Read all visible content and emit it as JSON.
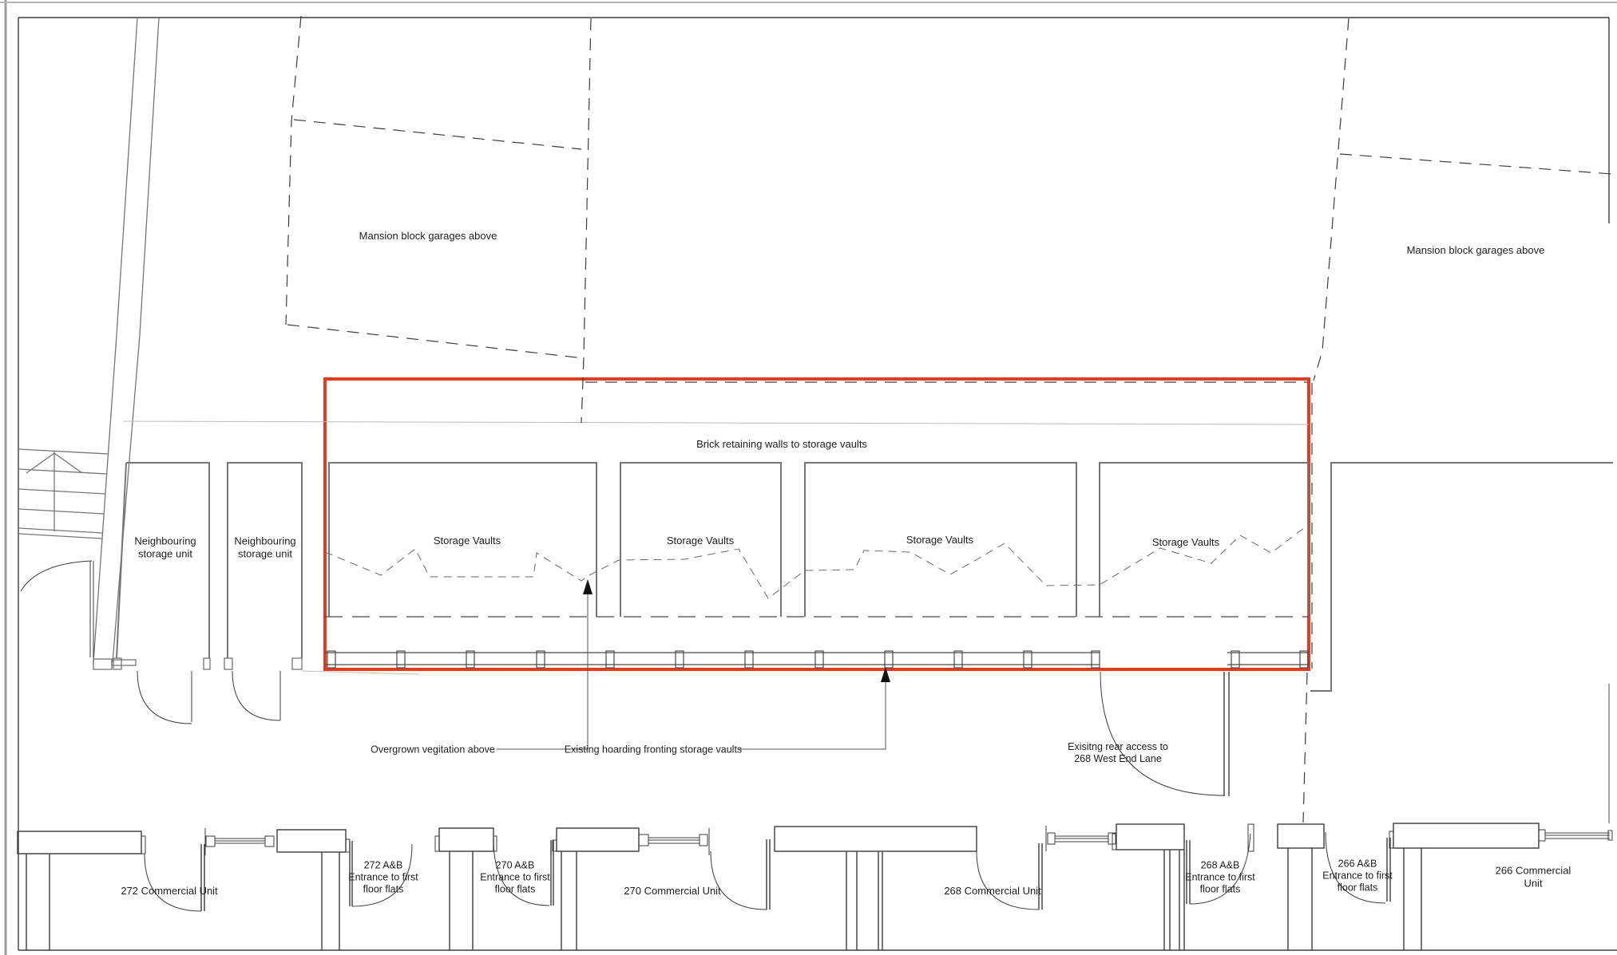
{
  "plan": {
    "mansion_blocks": [
      "Mansion block garages above",
      "Mansion block garages above"
    ],
    "brick_retaining_walls": "Brick retaining walls to storage vaults",
    "neighbouring_units": [
      "Neighbouring\nstorage unit",
      "Neighbouring\nstorage unit"
    ],
    "storage_vaults": [
      "Storage Vaults",
      "Storage Vaults",
      "Storage Vaults",
      "Storage Vaults"
    ],
    "callouts": {
      "vegetation": "Overgrown vegitation above",
      "hoarding": "Existing hoarding fronting storage vaults",
      "rear_access": "Exisitng rear access to\n268 West End Lane"
    },
    "street": {
      "commercial_units": [
        "272 Commercial Unit",
        "270 Commercial Unit",
        "268 Commercial Unit",
        "266 Commercial Unit"
      ],
      "flat_entrances": [
        "272 A&B\nEntrance to first\nfloor flats",
        "270 A&B\nEntrance to first\nfloor flats",
        "268 A&B\nEntrance to first\nfloor flats",
        "266 A&B\nEntrance to first\nfloor flats"
      ]
    }
  },
  "colors": {
    "highlight_red": "#e63b1e",
    "wall_grey": "#757575",
    "detail_dark": "#3c3c3c",
    "faint_grey": "#bcbcbc"
  }
}
